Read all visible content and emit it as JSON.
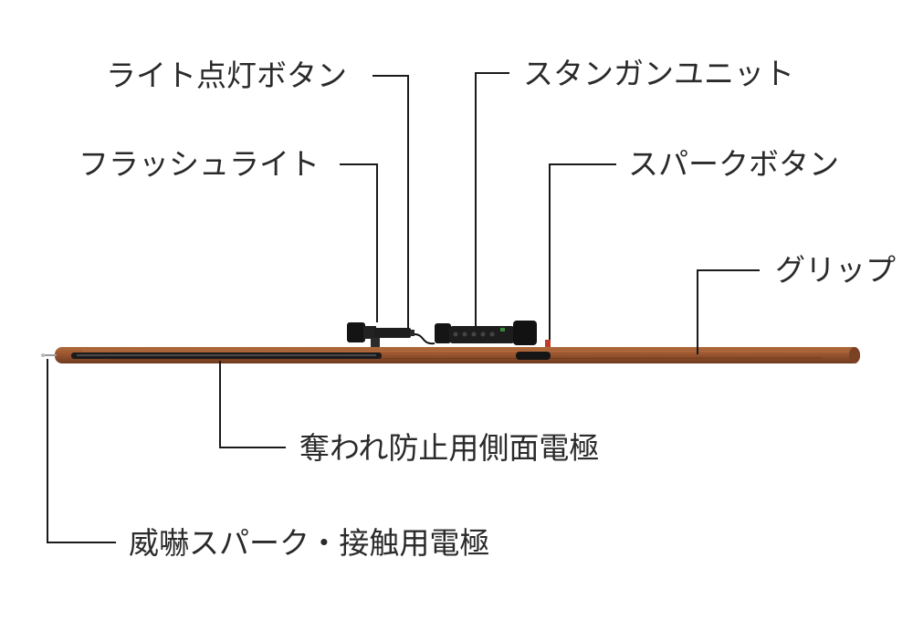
{
  "labels": {
    "light_button": "ライト点灯ボタン",
    "stun_unit": "スタンガンユニット",
    "flashlight": "フラッシュライト",
    "spark_button": "スパークボタン",
    "grip": "グリップ",
    "side_electrode": "奪われ防止用側面電極",
    "tip_electrode": "威嚇スパーク・接触用電極"
  },
  "colors": {
    "wood": "#9a5530",
    "wood_dark": "#6e3a1d",
    "device": "#1c1c1c",
    "spark_button": "#c0392b",
    "leader_line": "#1a1a1a"
  }
}
